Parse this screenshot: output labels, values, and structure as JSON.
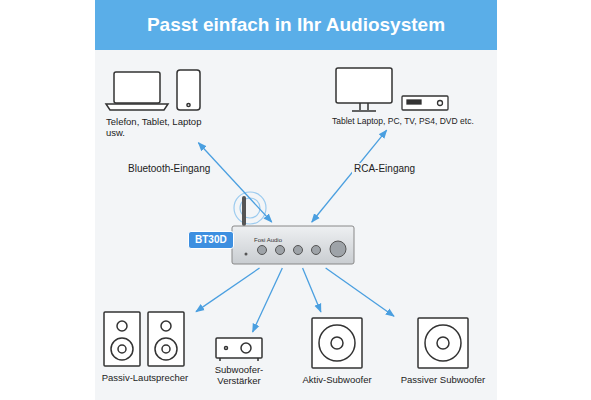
{
  "diagram": {
    "title": "Passt einfach in Ihr Audiosystem",
    "nodes": [
      {
        "text": [
          "Telefon, Tablet, Laptop usw."
        ]
      },
      {
        "text": [
          "Tablet Laptop, PC, TV, PS4, DVD etc."
        ]
      },
      {
        "text": [
          "BT30D",
          "Fosi Audio"
        ]
      },
      {
        "text": [
          "Passiv-Lautsprecher"
        ]
      },
      {
        "text": [
          "Subwoofer-Verstärker"
        ]
      },
      {
        "text": [
          "Aktiv-Subwoofer"
        ]
      },
      {
        "text": [
          "Passiver Subwoofer"
        ]
      }
    ],
    "edges": [
      {
        "from": 2,
        "to": 0,
        "arrow": "both",
        "label": "Bluetooth-Eingang"
      },
      {
        "from": 2,
        "to": 1,
        "arrow": "both",
        "label": "RCA-Eingang"
      },
      {
        "from": 2,
        "to": 3,
        "arrow": "to"
      },
      {
        "from": 2,
        "to": 4,
        "arrow": "to"
      },
      {
        "from": 2,
        "to": 5,
        "arrow": "to"
      },
      {
        "from": 2,
        "to": 6,
        "arrow": "to"
      }
    ]
  }
}
